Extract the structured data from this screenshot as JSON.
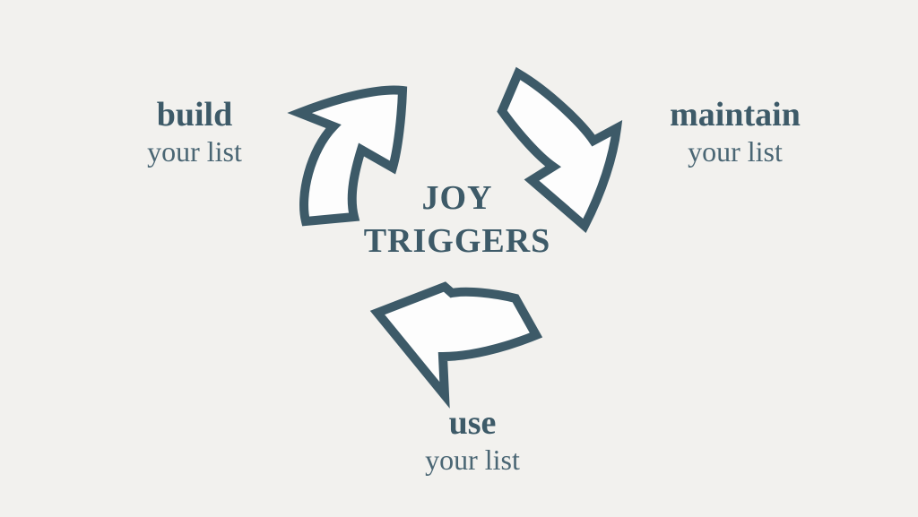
{
  "theme": {
    "accent": "#3d5a68",
    "sub_text": "#4a6674",
    "background": "#f2f1ee",
    "arrow_fill": "#fdfdfd"
  },
  "title": {
    "line1": "JOY",
    "line2": "TRIGGERS"
  },
  "steps": [
    {
      "id": "build",
      "label": "build",
      "sublabel": "your list"
    },
    {
      "id": "maintain",
      "label": "maintain",
      "sublabel": "your list"
    },
    {
      "id": "use",
      "label": "use",
      "sublabel": "your list"
    }
  ],
  "icons": [
    {
      "name": "cycle-arrow-up-right-icon",
      "meaning": "curved arrow from build toward maintain"
    },
    {
      "name": "cycle-arrow-down-right-icon",
      "meaning": "curved arrow from maintain toward use"
    },
    {
      "name": "cycle-arrow-left-icon",
      "meaning": "curved arrow from use toward build"
    }
  ]
}
